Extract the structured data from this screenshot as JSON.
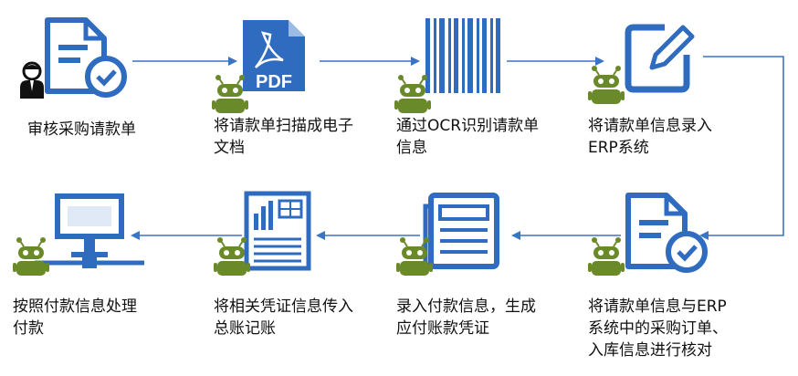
{
  "steps": [
    {
      "label": "审核采购请款单",
      "icon": "document-check-icon",
      "actor": "person-icon"
    },
    {
      "label": "将请款单扫描成电子\n文档",
      "icon": "pdf-file-icon",
      "icon_text": "PDF",
      "actor": "robot-icon"
    },
    {
      "label": "通过OCR识别请款单\n信息",
      "icon": "barcode-icon",
      "actor": "robot-icon"
    },
    {
      "label": "将请款单信息录入\nERP系统",
      "icon": "edit-icon",
      "actor": "robot-icon"
    },
    {
      "label": "将请款单信息与ERP\n系统中的采购订单、\n入库信息进行核对",
      "icon": "document-check-icon",
      "actor": "robot-icon"
    },
    {
      "label": "录入付款信息，生成\n应付账款凭证",
      "icon": "newspaper-icon",
      "actor": "robot-icon"
    },
    {
      "label": "将相关凭证信息传入\n总账记账",
      "icon": "report-icon",
      "actor": "robot-icon"
    },
    {
      "label": "按照付款信息处理\n付款",
      "icon": "computer-icon",
      "actor": "robot-icon"
    }
  ],
  "colors": {
    "icon_blue": "#2f6cc0",
    "arrow_blue": "#3a74c4",
    "robot_green": "#6a8a2a",
    "text": "#111111"
  }
}
